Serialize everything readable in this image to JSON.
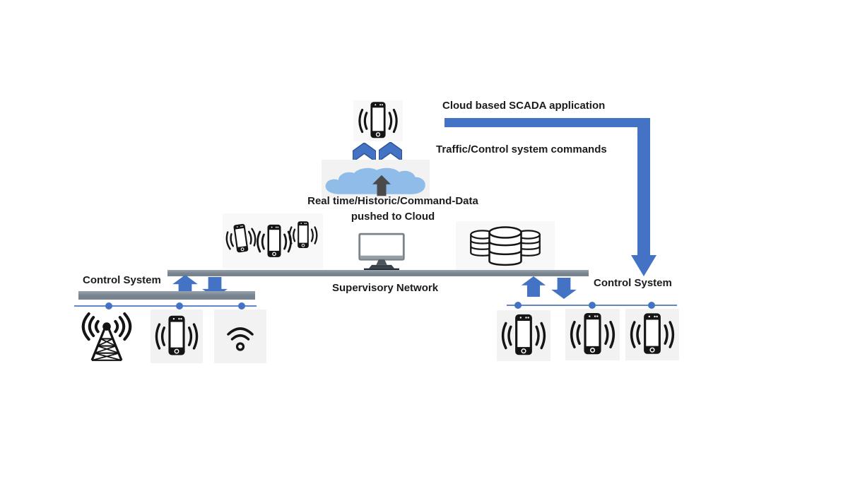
{
  "labels": {
    "cloud_app": "Cloud based SCADA application",
    "traffic_commands": "Traffic/Control system commands",
    "pushed_line1": "Real time/Historic/Command-Data",
    "pushed_line2": "pushed to Cloud",
    "supervisory_network": "Supervisory Network",
    "control_system_left": "Control System",
    "control_system_right": "Control System"
  },
  "colors": {
    "accent_blue": "#4472C4",
    "chevron_border": "#2E5395",
    "cloud_blue": "#8FBCE8",
    "dark_arrow": "#4A4A4A",
    "bar_gray": "#76828E",
    "bar_gray_light": "#9AA3AC",
    "icon_bg": "#F2F2F2",
    "line_blue": "#4472C4",
    "text_color": "#1C1C1C",
    "icon_black": "#151515"
  },
  "icons": {
    "smartphone": "vibrating smartphone",
    "cellular_tower": "broadcast radio tower",
    "wifi": "wifi signal with dot",
    "database": "three database cylinders",
    "monitor": "desktop monitor",
    "cloud": "flat cloud",
    "chevron_up": "upward chevron arrow",
    "block_arrow_up": "block arrow up",
    "block_arrow_down": "block arrow down",
    "dark_arrow_up": "dark block arrow up into cloud",
    "elbow_arrow": "L-shaped arrow from cloud app down to control system"
  }
}
